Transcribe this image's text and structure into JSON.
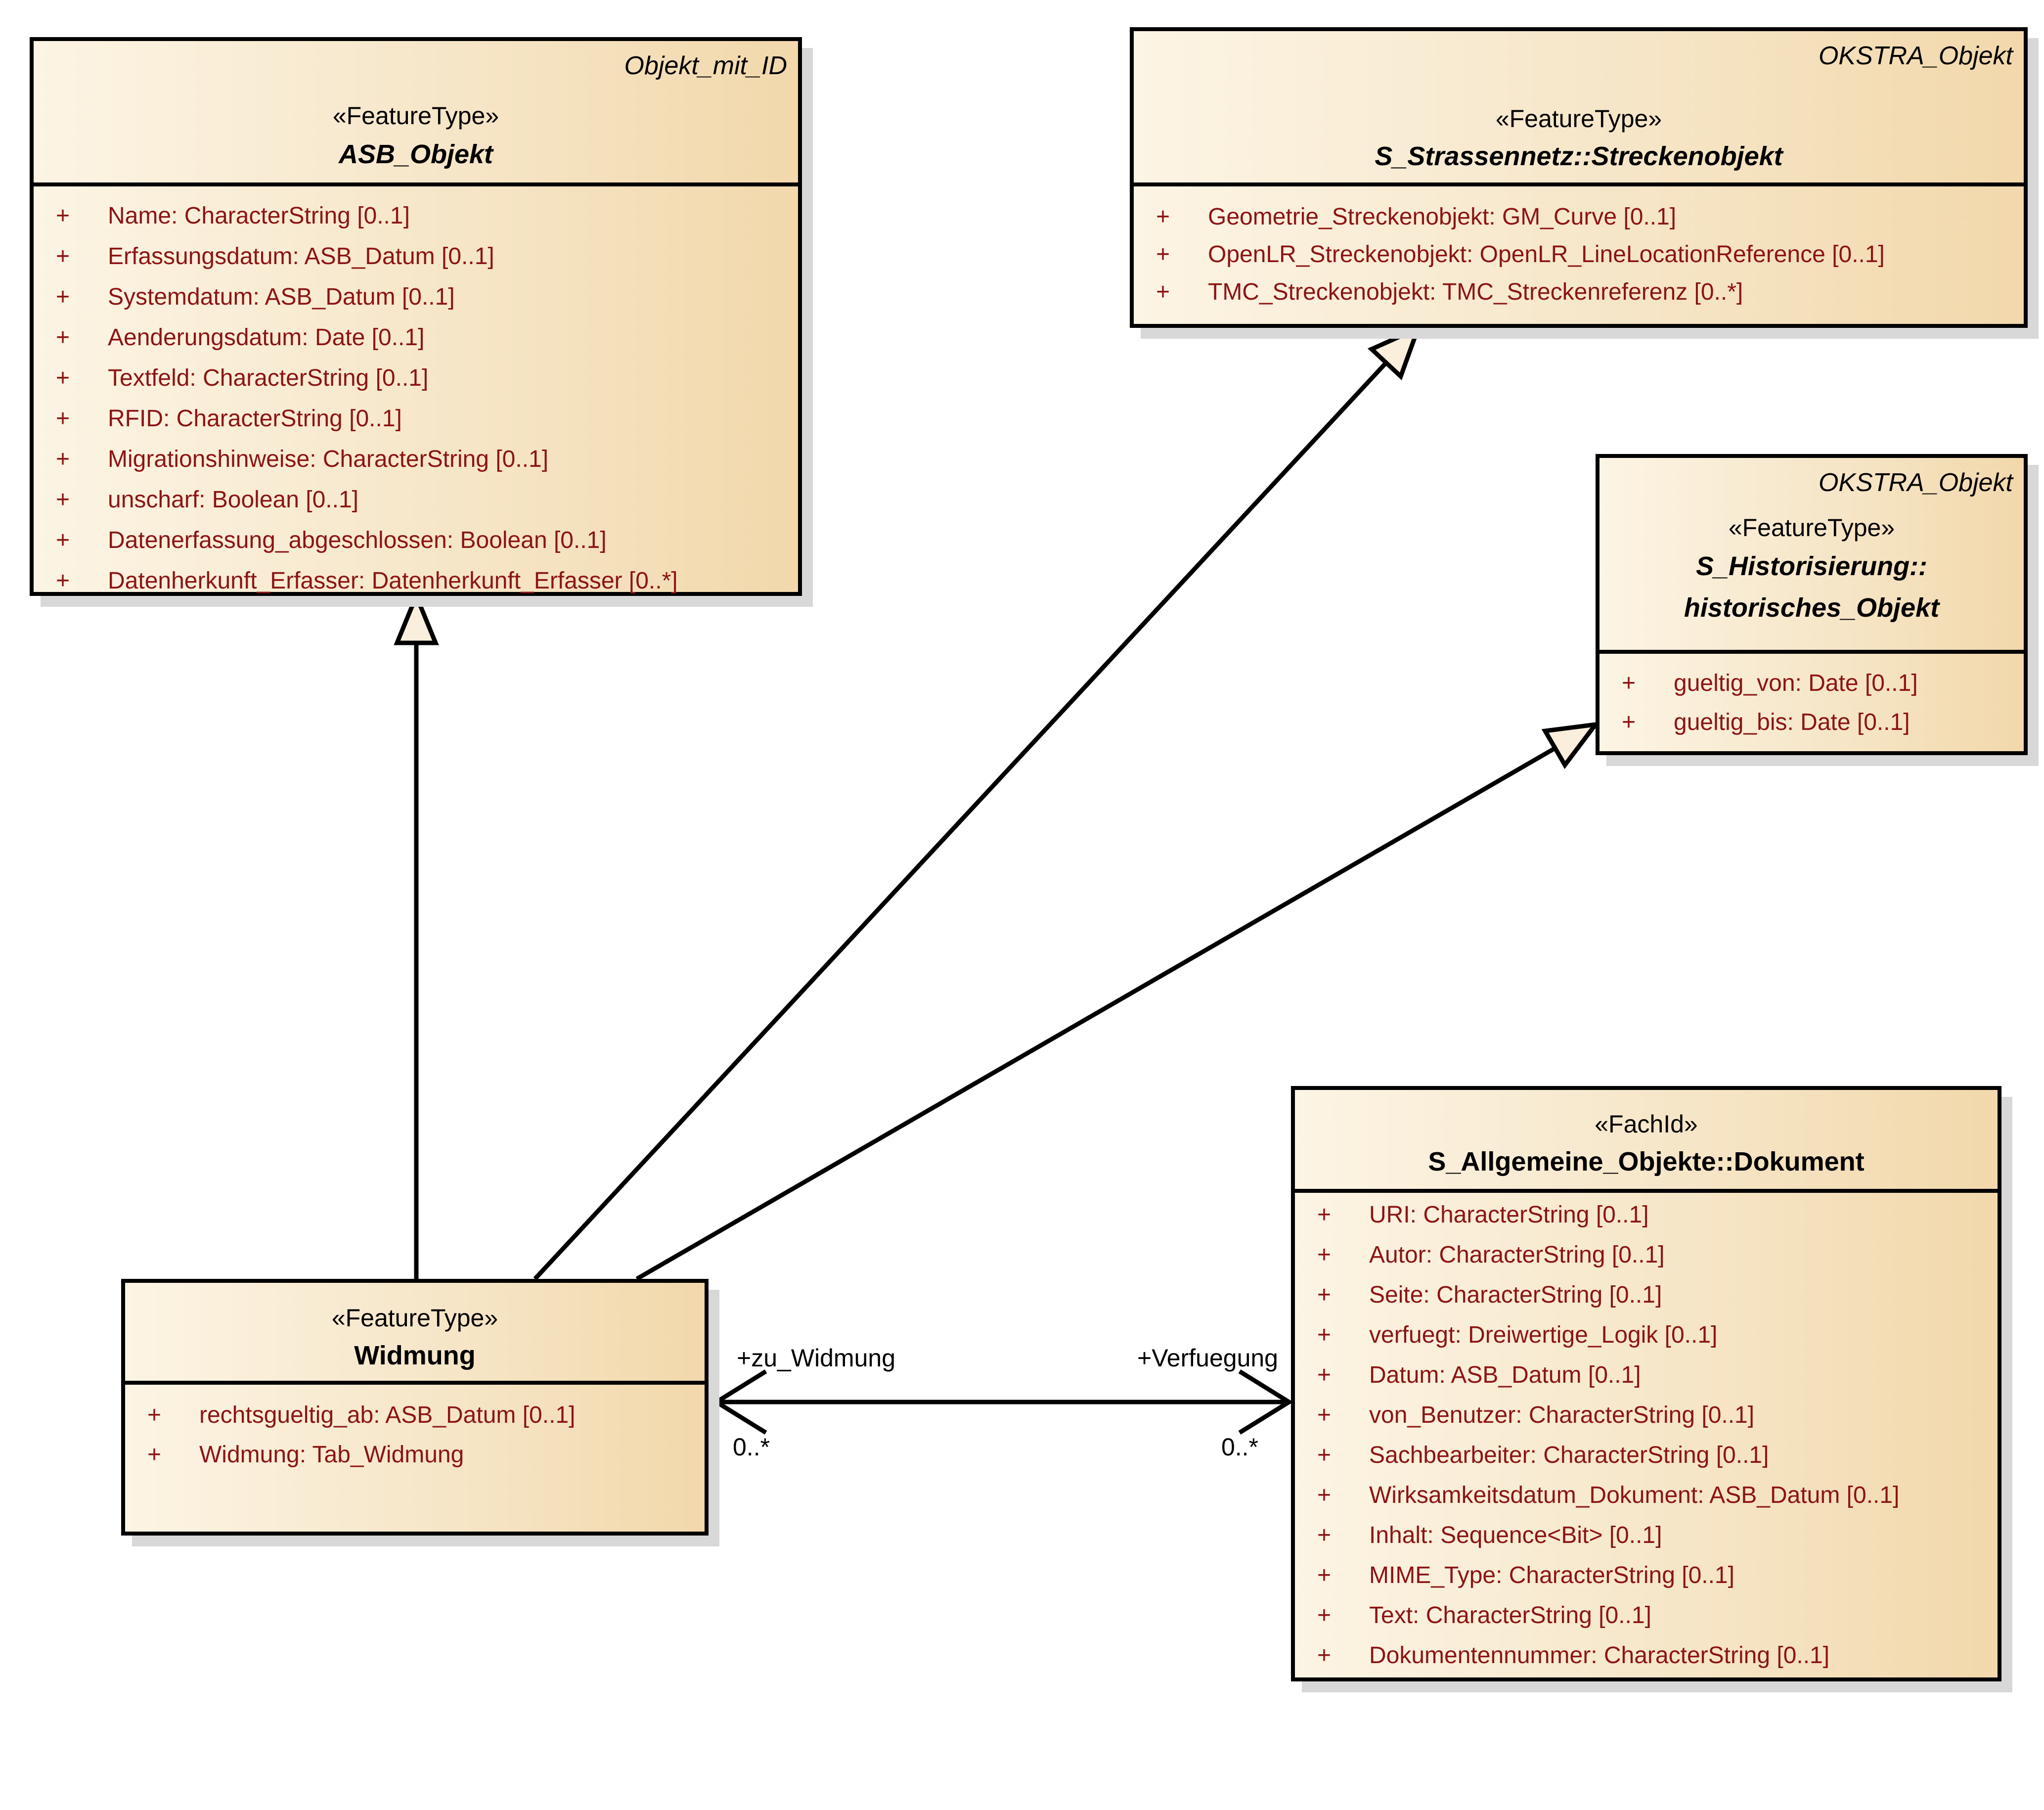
{
  "vis": "+",
  "classes": {
    "asb": {
      "tag": "Objekt_mit_ID",
      "stereotype": "«FeatureType»",
      "name": "ASB_Objekt",
      "attributes": [
        "Name: CharacterString [0..1]",
        "Erfassungsdatum: ASB_Datum [0..1]",
        "Systemdatum: ASB_Datum [0..1]",
        "Aenderungsdatum: Date [0..1]",
        "Textfeld: CharacterString [0..1]",
        "RFID: CharacterString [0..1]",
        "Migrationshinweise: CharacterString [0..1]",
        "unscharf: Boolean [0..1]",
        "Datenerfassung_abgeschlossen: Boolean [0..1]",
        "Datenherkunft_Erfasser: Datenherkunft_Erfasser [0..*]"
      ]
    },
    "strecken": {
      "tag": "OKSTRA_Objekt",
      "stereotype": "«FeatureType»",
      "name": "S_Strassennetz::Streckenobjekt",
      "attributes": [
        "Geometrie_Streckenobjekt: GM_Curve [0..1]",
        "OpenLR_Streckenobjekt: OpenLR_LineLocationReference [0..1]",
        "TMC_Streckenobjekt: TMC_Streckenreferenz [0..*]"
      ]
    },
    "hist": {
      "tag": "OKSTRA_Objekt",
      "stereotype": "«FeatureType»",
      "name1": "S_Historisierung::",
      "name2": "historisches_Objekt",
      "attributes": [
        "gueltig_von: Date [0..1]",
        "gueltig_bis: Date [0..1]"
      ]
    },
    "widmung": {
      "stereotype": "«FeatureType»",
      "name": "Widmung",
      "attributes": [
        "rechtsgueltig_ab: ASB_Datum [0..1]",
        "Widmung: Tab_Widmung"
      ]
    },
    "dokument": {
      "stereotype": "«FachId»",
      "name": "S_Allgemeine_Objekte::Dokument",
      "attributes": [
        "URI: CharacterString [0..1]",
        "Autor: CharacterString [0..1]",
        "Seite: CharacterString [0..1]",
        "verfuegt: Dreiwertige_Logik [0..1]",
        "Datum: ASB_Datum [0..1]",
        "von_Benutzer: CharacterString [0..1]",
        "Sachbearbeiter: CharacterString [0..1]",
        "Wirksamkeitsdatum_Dokument: ASB_Datum [0..1]",
        "Inhalt: Sequence<Bit> [0..1]",
        "MIME_Type: CharacterString [0..1]",
        "Text: CharacterString [0..1]",
        "Dokumentennummer: CharacterString [0..1]"
      ]
    }
  },
  "association": {
    "role_left": "+zu_Widmung",
    "role_right": "+Verfuegung",
    "mult_left": "0..*",
    "mult_right": "0..*"
  },
  "colors": {
    "attribute_text": "#8c1414",
    "box_fill_light": "#fcf4e4",
    "box_fill_dark": "#f2d8ab",
    "shadow": "#d8d8d8",
    "line": "#000000"
  }
}
